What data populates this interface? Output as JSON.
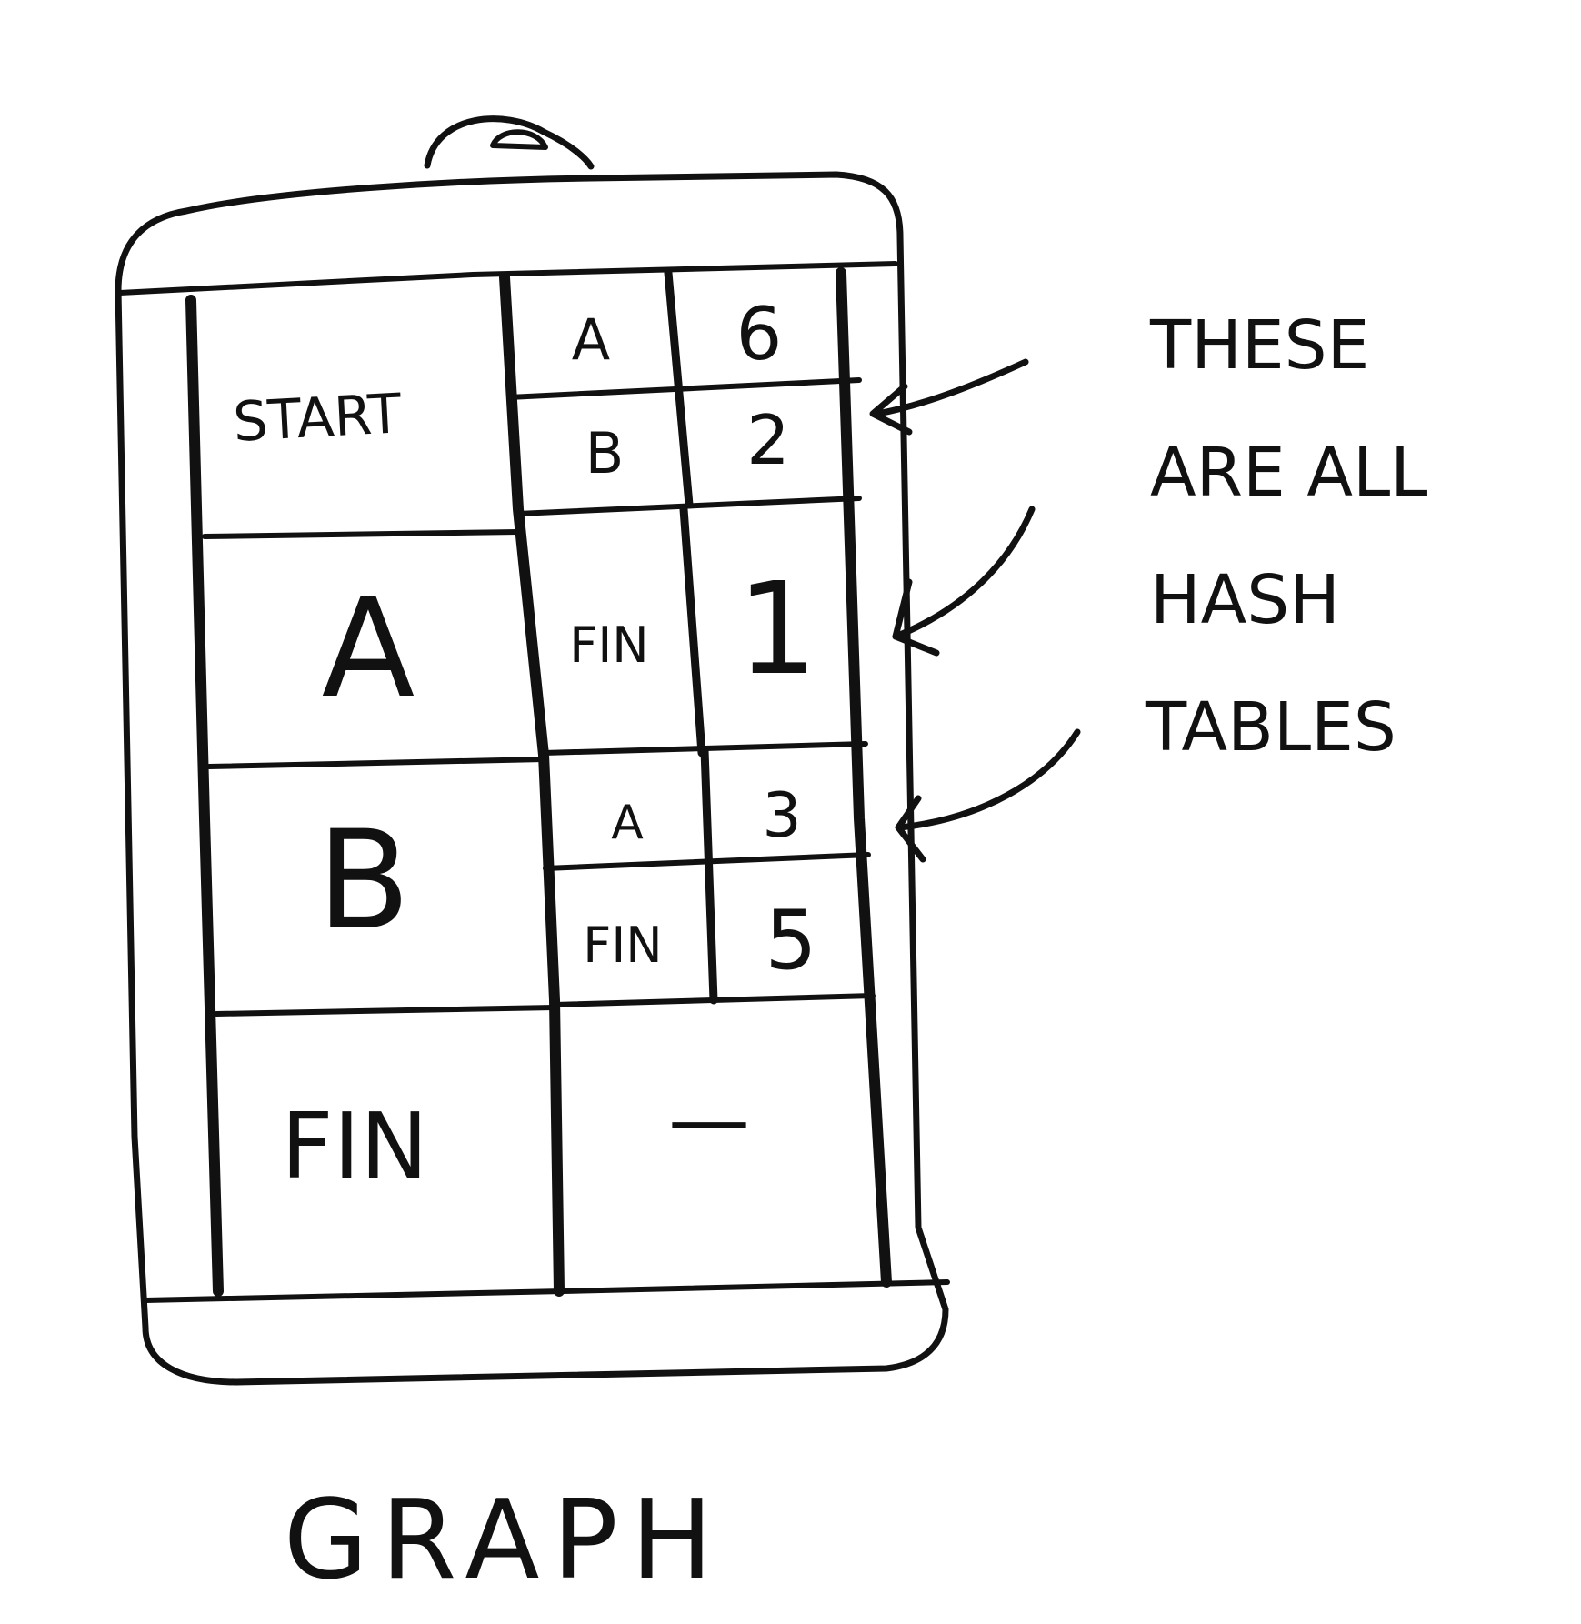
{
  "graph": {
    "caption": "GRAPH",
    "rows": [
      {
        "key": "START",
        "neighbors": [
          {
            "node": "A",
            "cost": "6"
          },
          {
            "node": "B",
            "cost": "2"
          }
        ]
      },
      {
        "key": "A",
        "neighbors": [
          {
            "node": "FIN",
            "cost": "1"
          }
        ]
      },
      {
        "key": "B",
        "neighbors": [
          {
            "node": "A",
            "cost": "3"
          },
          {
            "node": "FIN",
            "cost": "5"
          }
        ]
      },
      {
        "key": "FIN",
        "empty_value": "—"
      }
    ]
  },
  "annotation": {
    "lines": [
      "THESE",
      "ARE ALL",
      "HASH",
      "TABLES"
    ]
  }
}
